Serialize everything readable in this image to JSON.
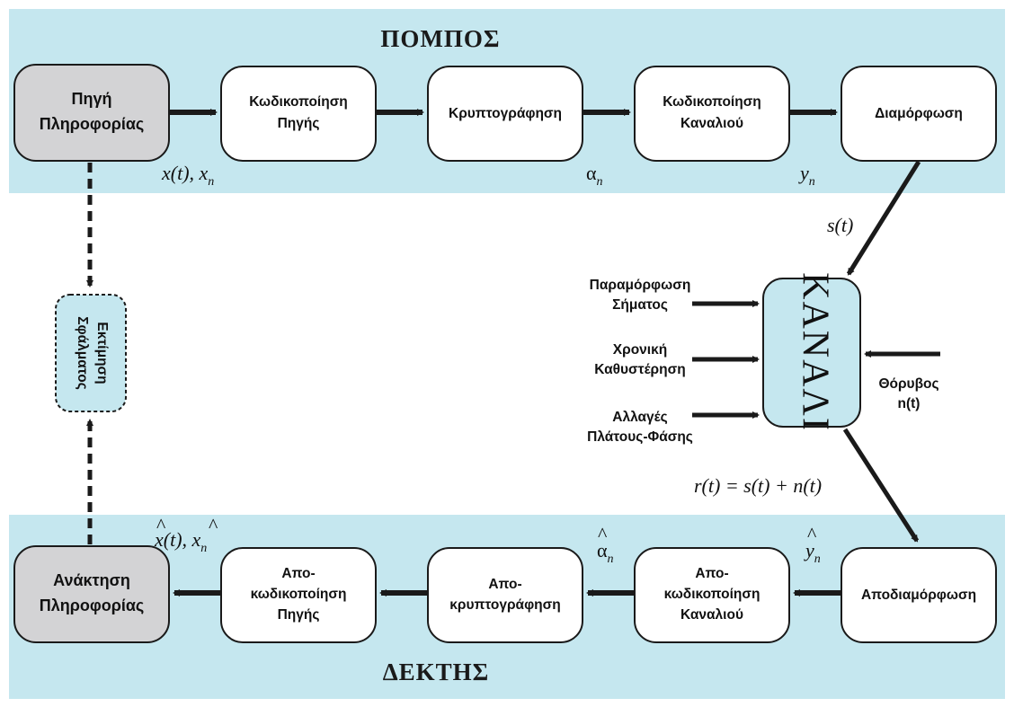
{
  "transmitter": {
    "title": "ΠΟΜΠΟΣ",
    "source_line1": "Πηγή",
    "source_line2": "Πληροφορίας",
    "source_coding_line1": "Κωδικοποίηση",
    "source_coding_line2": "Πηγής",
    "encryption": "Κρυπτογράφηση",
    "channel_coding_line1": "Κωδικοποίηση",
    "channel_coding_line2": "Καναλιού",
    "modulation": "Διαμόρφωση"
  },
  "receiver": {
    "title": "ΔΕΚΤΗΣ",
    "recovery_line1": "Ανάκτηση",
    "recovery_line2": "Πληροφορίας",
    "source_decoding_line1": "Απο-",
    "source_decoding_line2": "κωδικοποίηση",
    "source_decoding_line3": "Πηγής",
    "decryption_line1": "Απο-",
    "decryption_line2": "κρυπτογράφηση",
    "channel_decoding_line1": "Απο-",
    "channel_decoding_line2": "κωδικοποίηση",
    "channel_decoding_line3": "Καναλιού",
    "demodulation": "Αποδιαμόρφωση"
  },
  "channel": {
    "label": "ΚΑΝΑΛΙ",
    "distortion_line1": "Παραμόρφωση",
    "distortion_line2": "Σήματος",
    "delay_line1": "Χρονική",
    "delay_line2": "Καθυστέρηση",
    "amp_phase_line1": "Αλλαγές",
    "amp_phase_line2": "Πλάτους-Φάσης",
    "noise_line1": "Θόρυβος",
    "noise_line2": "n(t)"
  },
  "estimation": {
    "line1": "Εκτίμηση",
    "line2": "Σφάλματος"
  },
  "signals": {
    "x_t": "x(t), x",
    "x_sub": "n",
    "alpha": "α",
    "alpha_sub": "n",
    "y": "y",
    "y_sub": "n",
    "s_t": "s(t)",
    "r_t": "r(t) = s(t) + n(t)",
    "x_hat": "x(t), x",
    "x_hat_sub": "n",
    "alpha_hat": "α",
    "alpha_hat_sub": "n",
    "y_hat": "y",
    "y_hat_sub": "n",
    "hat": "^"
  },
  "colors": {
    "band": "#c5e7ef",
    "gray_box": "#d3d3d5",
    "channel_box": "#c5e7ef",
    "stroke": "#1a1a1a"
  }
}
